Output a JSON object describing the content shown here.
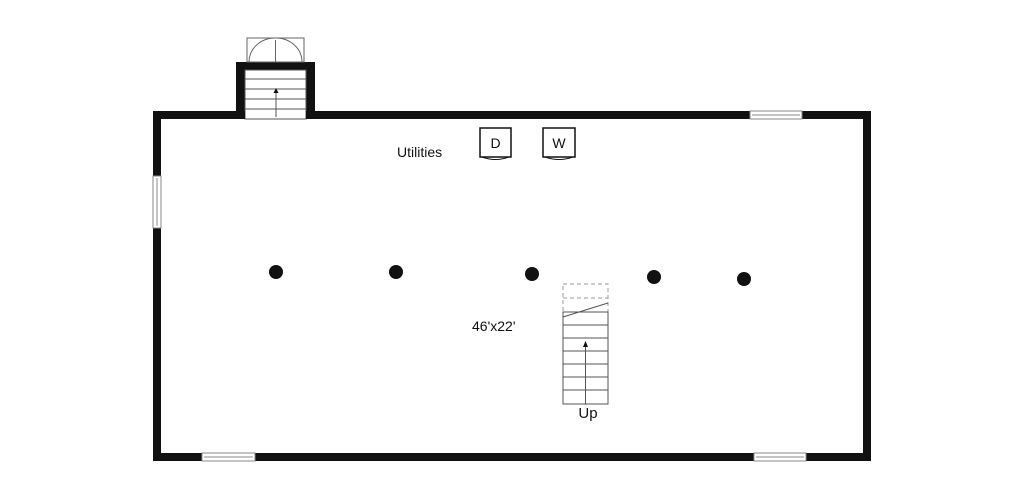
{
  "labels": {
    "utilities": "Utilities",
    "dimensions": "46'x22'",
    "stairs_direction": "Up"
  },
  "appliances": {
    "dryer": "D",
    "washer": "W"
  },
  "support_column_count": 5,
  "colors": {
    "wall": "#111111",
    "background": "#ffffff",
    "window": "#888888",
    "dashed": "#999999"
  }
}
